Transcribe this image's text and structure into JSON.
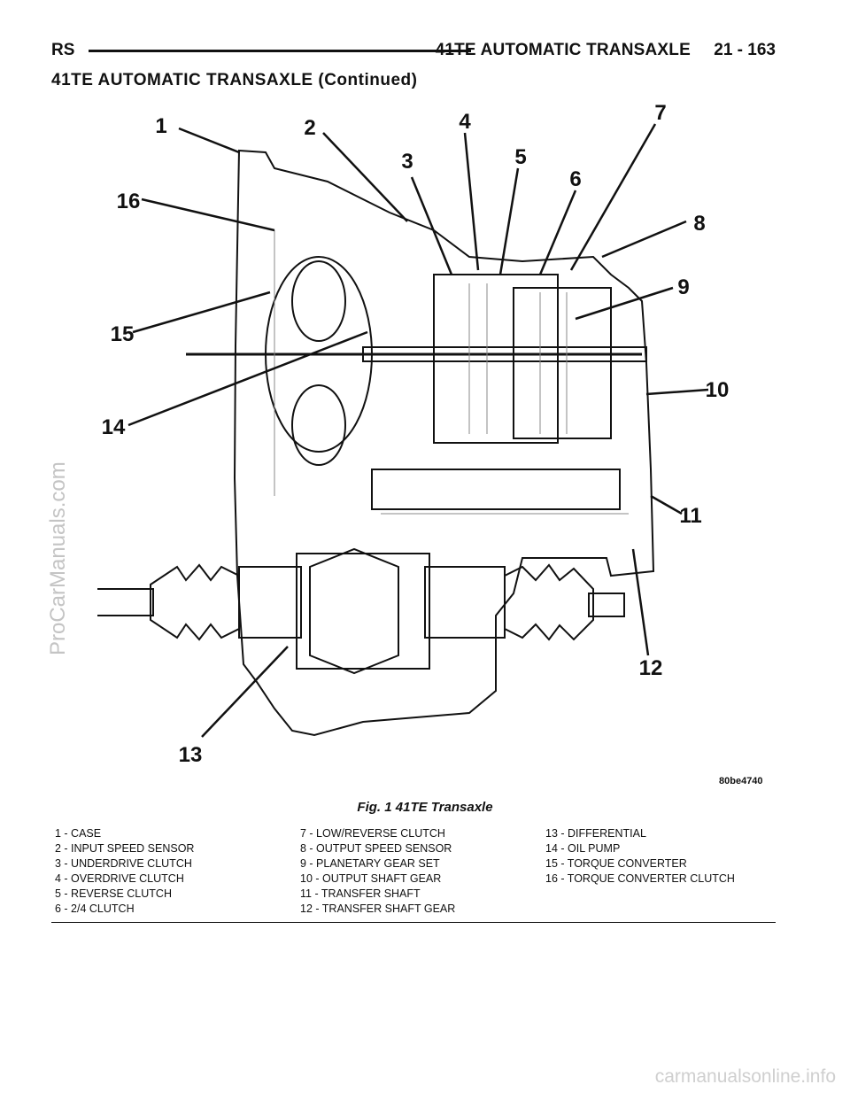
{
  "header": {
    "left": "RS",
    "title": "41TE AUTOMATIC TRANSAXLE",
    "page": "21 - 163"
  },
  "section_title": "41TE AUTOMATIC TRANSAXLE (Continued)",
  "figure": {
    "image_code": "80be4740",
    "caption": "Fig. 1 41TE Transaxle",
    "callouts": [
      "1",
      "2",
      "3",
      "4",
      "5",
      "6",
      "7",
      "8",
      "9",
      "10",
      "11",
      "12",
      "13",
      "14",
      "15",
      "16"
    ]
  },
  "legend": [
    "1 - CASE",
    "7 - LOW/REVERSE CLUTCH",
    "13 - DIFFERENTIAL",
    "2 - INPUT SPEED SENSOR",
    "8 - OUTPUT SPEED SENSOR",
    "14 - OIL PUMP",
    "3 - UNDERDRIVE CLUTCH",
    "9 - PLANETARY GEAR SET",
    "15 - TORQUE CONVERTER",
    "4 - OVERDRIVE CLUTCH",
    "10 - OUTPUT SHAFT GEAR",
    "16 - TORQUE CONVERTER CLUTCH",
    "5 - REVERSE CLUTCH",
    "11 - TRANSFER SHAFT",
    "",
    "6 - 2/4 CLUTCH",
    "12 - TRANSFER SHAFT GEAR",
    ""
  ],
  "watermarks": {
    "side": "ProCarManuals.com",
    "bottom": "carmanualsonline.info"
  }
}
